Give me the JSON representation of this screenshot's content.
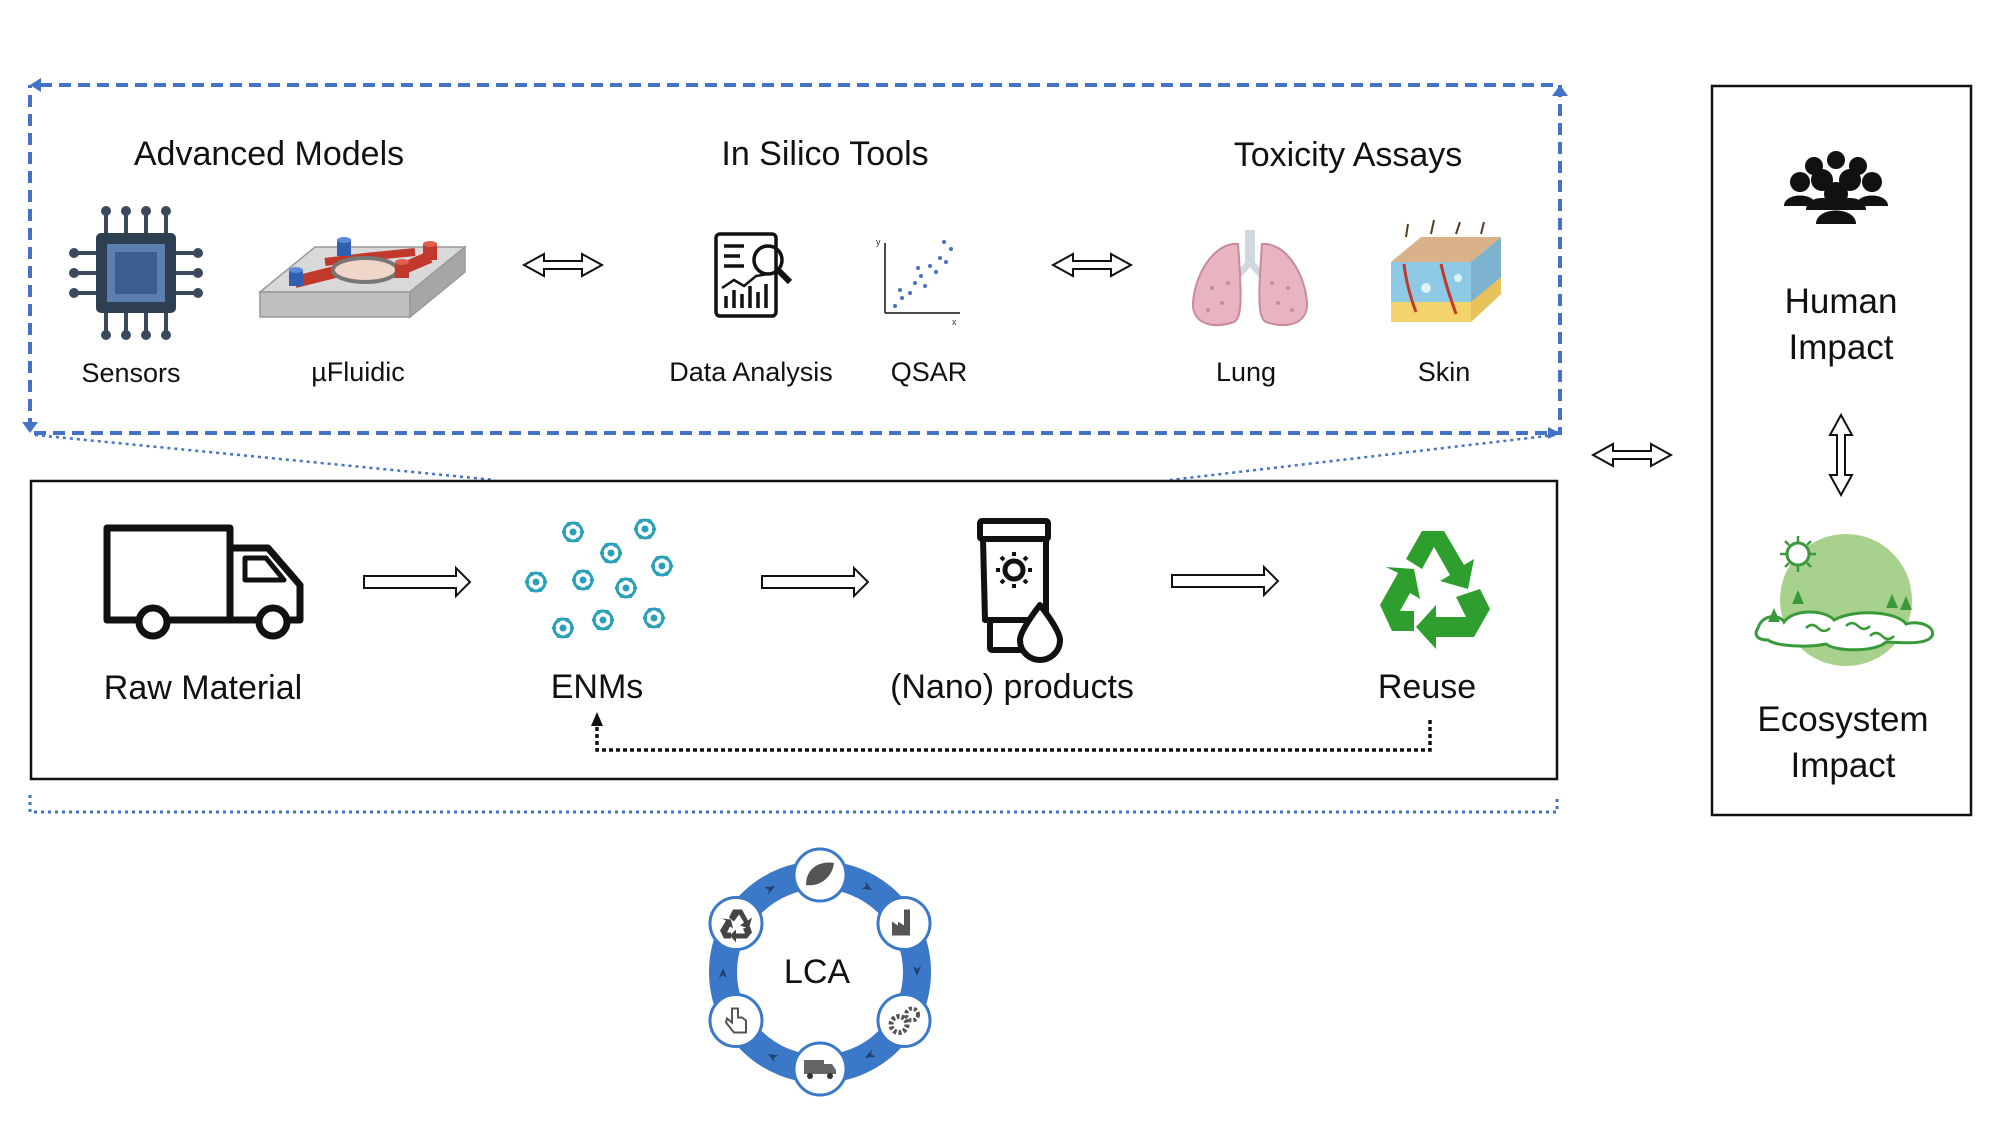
{
  "nams": {
    "groups": {
      "advanced_models": "Advanced Models",
      "in_silico_tools": "In Silico Tools",
      "toxicity_assays": "Toxicity Assays"
    },
    "items": {
      "sensors": "Sensors",
      "microfluidic": "µFluidic",
      "data_analysis": "Data Analysis",
      "qsar": "QSAR",
      "lung": "Lung",
      "skin": "Skin"
    },
    "qsar_axes": {
      "x": "x",
      "y": "y"
    }
  },
  "life_cycle": {
    "raw_material": "Raw Material",
    "enms": "ENMs",
    "nano_products": "(Nano) products",
    "reuse": "Reuse"
  },
  "impacts": {
    "human": [
      "Human",
      "Impact"
    ],
    "ecosystem": [
      "Ecosystem",
      "Impact"
    ]
  },
  "lca": {
    "label": "LCA"
  },
  "colors": {
    "dashed_blue": "#4472c4",
    "lca_ring": "#3b78c8",
    "recycle_green": "#2e9e2e",
    "eco_green": "#a9d18e",
    "microfluidic_red": "#c0392b",
    "chip_blue": "#3a5f8f",
    "enm_teal": "#2aa0b8"
  }
}
